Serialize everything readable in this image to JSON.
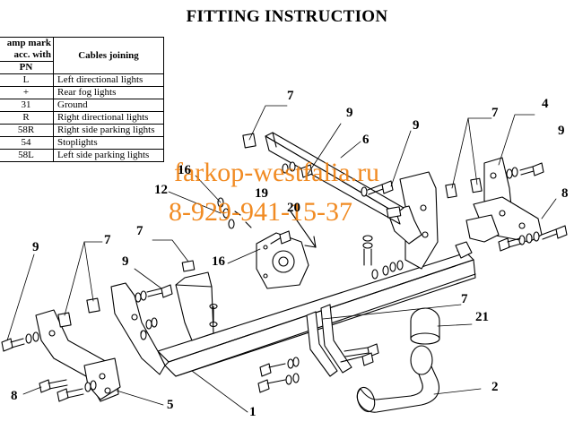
{
  "title": "FITTING INSTRUCTION",
  "table": {
    "header_left": "amp mark\nacc. with",
    "header_right": "Cables joining",
    "pn_header": "PN",
    "rows": [
      {
        "pin": "L",
        "desc": "Left directional lights"
      },
      {
        "pin": "+",
        "desc": "Rear fog lights"
      },
      {
        "pin": "31",
        "desc": "Ground"
      },
      {
        "pin": "R",
        "desc": "Right directional lights"
      },
      {
        "pin": "58R",
        "desc": "Right side parking lights"
      },
      {
        "pin": "54",
        "desc": "Stoplights"
      },
      {
        "pin": "58L",
        "desc": "Left side parking lights"
      }
    ]
  },
  "watermark": {
    "site": "farkop-westfalia.ru",
    "phone": "8-929-941-15-37",
    "color": "#f07f0c"
  },
  "callouts": {
    "c7a": "7",
    "c9a": "9",
    "c6": "6",
    "c9b": "9",
    "c7b": "7",
    "c4": "4",
    "c9c": "9",
    "c16a": "16",
    "c12": "12",
    "c19": "19",
    "c20": "20",
    "c8a": "8",
    "c9d": "9",
    "c7c": "7",
    "c7d": "7",
    "c9e": "9",
    "c16b": "16",
    "c7e": "7",
    "c21": "21",
    "c8b": "8",
    "c5": "5",
    "c1": "1",
    "c2": "2"
  }
}
